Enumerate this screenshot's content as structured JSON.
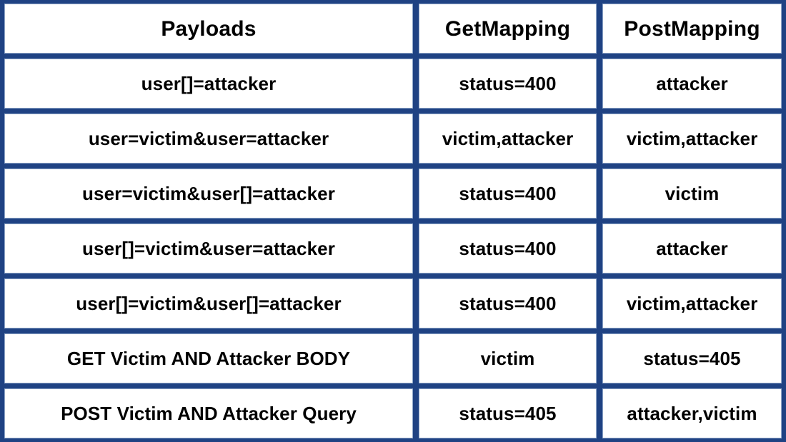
{
  "table": {
    "columns": [
      "Payloads",
      "GetMapping",
      "PostMapping"
    ],
    "rows": [
      {
        "payload": "user[]=attacker",
        "get_mapping": "status=400",
        "post_mapping": "attacker"
      },
      {
        "payload": "user=victim&user=attacker",
        "get_mapping": "victim,attacker",
        "post_mapping": "victim,attacker"
      },
      {
        "payload": "user=victim&user[]=attacker",
        "get_mapping": "status=400",
        "post_mapping": "victim"
      },
      {
        "payload": "user[]=victim&user=attacker",
        "get_mapping": "status=400",
        "post_mapping": "attacker"
      },
      {
        "payload": "user[]=victim&user[]=attacker",
        "get_mapping": "status=400",
        "post_mapping": "victim,attacker"
      },
      {
        "payload": "GET Victim AND Attacker BODY",
        "get_mapping": "victim",
        "post_mapping": "status=405"
      },
      {
        "payload": "POST Victim AND Attacker Query",
        "get_mapping": "status=405",
        "post_mapping": "attacker,victim"
      }
    ]
  },
  "colors": {
    "grid": "#1f4283",
    "cell_background": "#ffffff",
    "cell_border": "#8fa6c8",
    "text": "#000000"
  }
}
